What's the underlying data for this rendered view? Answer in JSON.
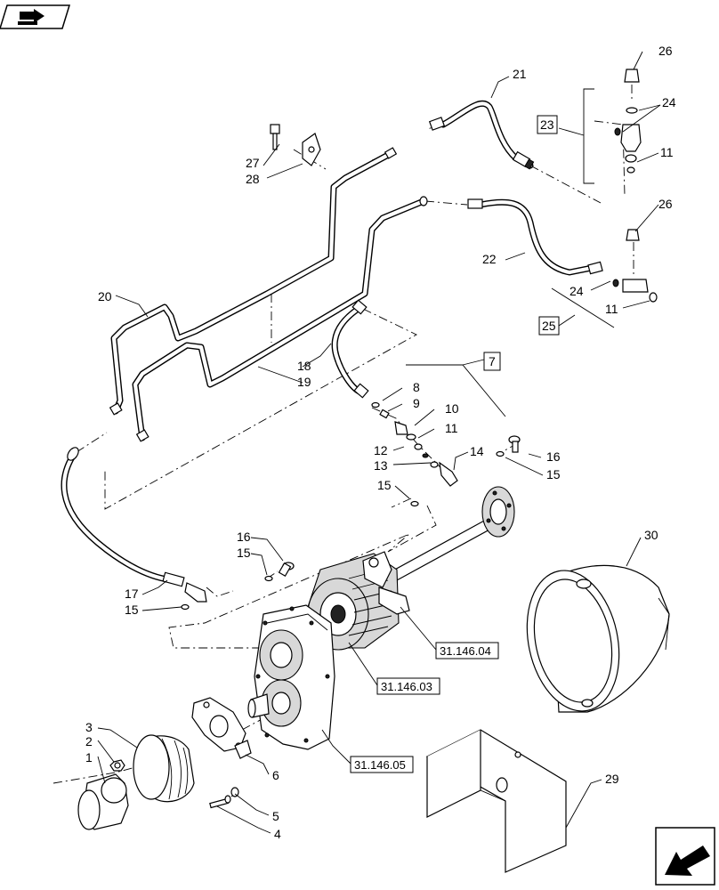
{
  "callouts": {
    "c1": "1",
    "c2": "2",
    "c3": "3",
    "c4": "4",
    "c5": "5",
    "c6": "6",
    "c8": "8",
    "c9": "9",
    "c10": "10",
    "c11a": "11",
    "c11b": "11",
    "c11c": "11",
    "c12": "12",
    "c13": "13",
    "c14": "14",
    "c15a": "15",
    "c15b": "15",
    "c15c": "15",
    "c15d": "15",
    "c16a": "16",
    "c16b": "16",
    "c17": "17",
    "c18": "18",
    "c19": "19",
    "c20": "20",
    "c21": "21",
    "c22": "22",
    "c24a": "24",
    "c24b": "24",
    "c26a": "26",
    "c26b": "26",
    "c27": "27",
    "c28": "28",
    "c29": "29",
    "c30": "30"
  },
  "boxed_refs": {
    "b7": "7",
    "b23": "23",
    "b25": "25"
  },
  "section_refs": {
    "r1": "31.146.04",
    "r2": "31.146.03",
    "r3": "31.146.05"
  },
  "icons": {
    "top_left": "page-index-icon",
    "bottom_right": "next-page-arrow-icon"
  }
}
